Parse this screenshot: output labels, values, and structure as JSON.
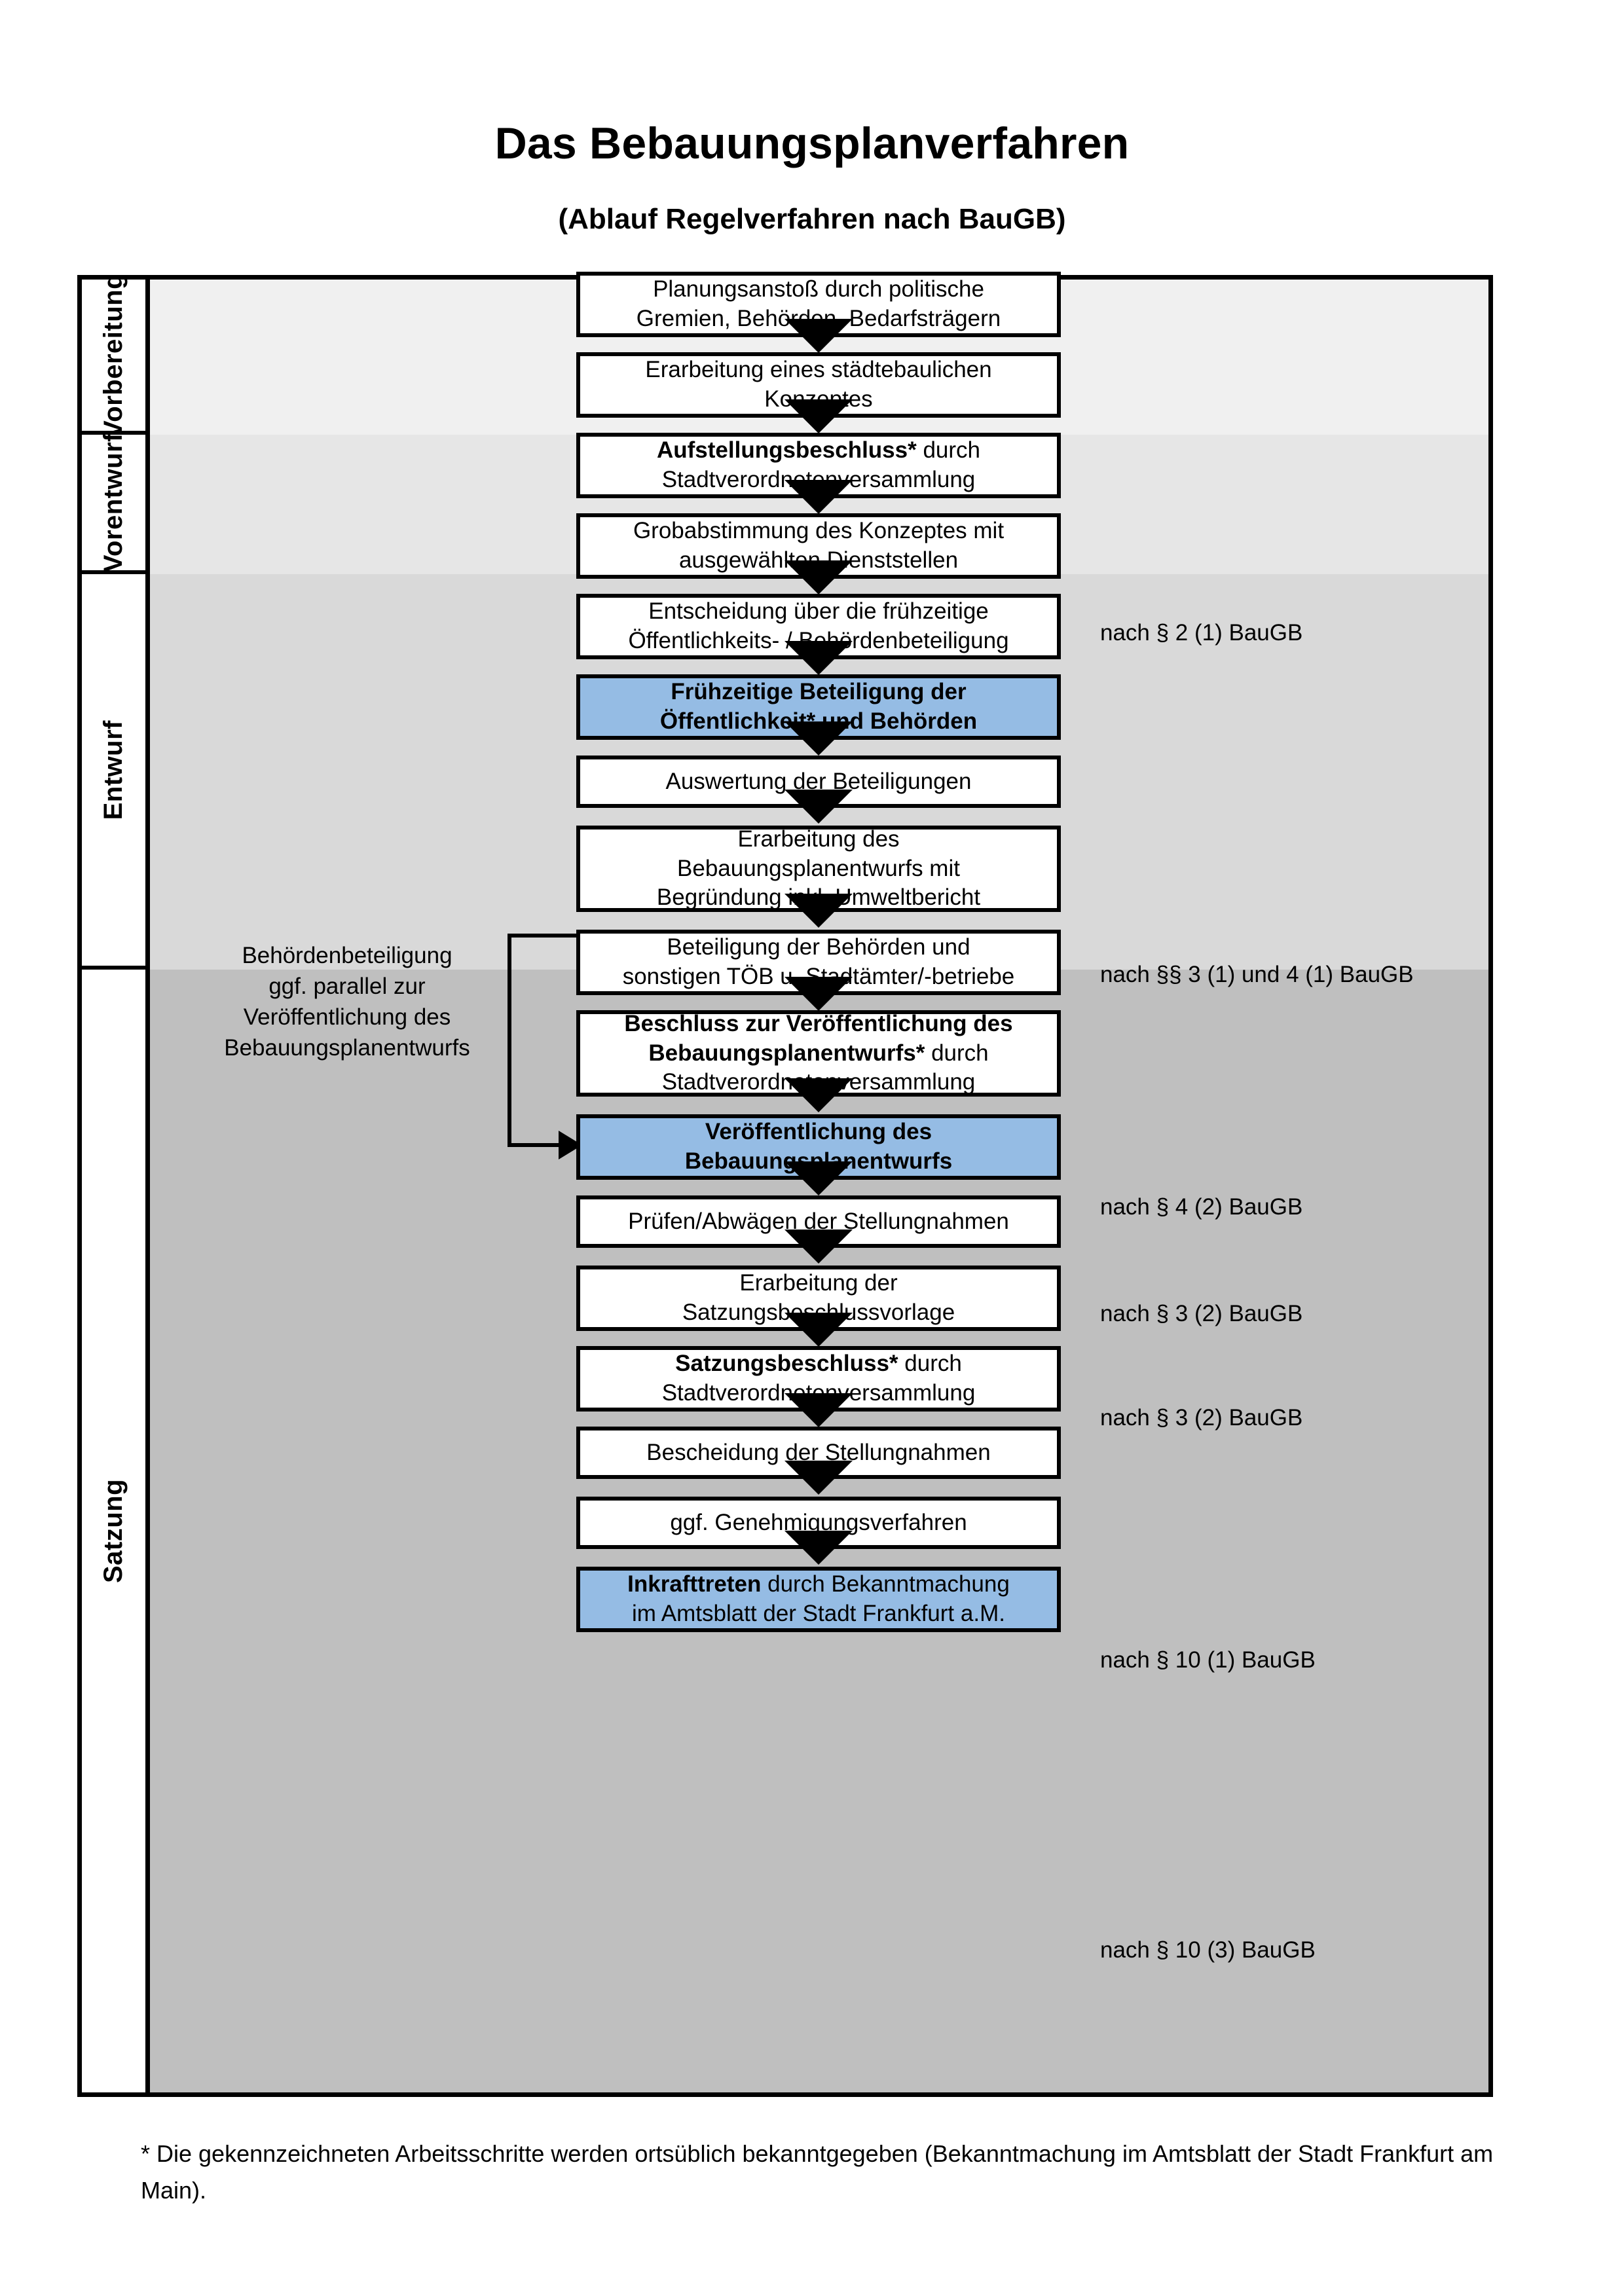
{
  "header": {
    "title": "Das Bebauungsplanverfahren",
    "subtitle": "(Ablauf Regelverfahren nach BauGB)"
  },
  "colors": {
    "highlight_blue": "#95BCE4",
    "band_vorbereitung": "#F0F0F0",
    "band_vorentwurf": "#E6E6E6",
    "band_entwurf": "#D9D9D9",
    "band_satzung": "#BFBFBF",
    "box_white": "#FFFFFF",
    "line_black": "#000000"
  },
  "phases": [
    {
      "label": "Vorbereitung"
    },
    {
      "label": "Vorentwurf"
    },
    {
      "label": "Entwurf"
    },
    {
      "label": "Satzung"
    }
  ],
  "steps": [
    {
      "id": "planungsanstoss",
      "phase": "Vorbereitung",
      "highlight": false,
      "lines": [
        {
          "text": "Planungsanstoß durch politische",
          "bold": false
        },
        {
          "text": "Gremien, Behörden, Bedarfsträgern",
          "bold": false
        }
      ]
    },
    {
      "id": "staedtebauliches-konzept",
      "phase": "Vorbereitung",
      "highlight": false,
      "lines": [
        {
          "text": "Erarbeitung eines städtebaulichen",
          "bold": false
        },
        {
          "text": "Konzeptes",
          "bold": false
        }
      ]
    },
    {
      "id": "aufstellungsbeschluss",
      "phase": "Vorbereitung",
      "highlight": false,
      "lines": [
        {
          "text": "Aufstellungsbeschluss*",
          "bold": true,
          "suffix": " durch"
        },
        {
          "text": "Stadtverordnetenversammlung",
          "bold": false
        }
      ]
    },
    {
      "id": "grobabstimmung",
      "phase": "Vorentwurf",
      "highlight": false,
      "lines": [
        {
          "text": "Grobabstimmung des Konzeptes mit",
          "bold": false
        },
        {
          "text": "ausgewählten Dienststellen",
          "bold": false
        }
      ]
    },
    {
      "id": "entscheidung-fruehzeitige-beteiligung",
      "phase": "Vorentwurf",
      "highlight": false,
      "lines": [
        {
          "text": "Entscheidung über die frühzeitige",
          "bold": false
        },
        {
          "text": "Öffentlichkeits- / Behördenbeteiligung",
          "bold": false
        }
      ]
    },
    {
      "id": "fruehzeitige-beteiligung",
      "phase": "Vorentwurf",
      "highlight": true,
      "lines": [
        {
          "text": "Frühzeitige Beteiligung der",
          "bold": true
        },
        {
          "text": "Öffentlichkeit* und Behörden",
          "bold": true
        }
      ]
    },
    {
      "id": "auswertung-beteiligungen",
      "phase": "Entwurf",
      "highlight": false,
      "lines": [
        {
          "text": "Auswertung der Beteiligungen",
          "bold": false
        }
      ]
    },
    {
      "id": "erarbeitung-bebauungsplanentwurf",
      "phase": "Entwurf",
      "highlight": false,
      "lines": [
        {
          "text": "Erarbeitung des",
          "bold": false
        },
        {
          "text": "Bebauungsplanentwurfs mit",
          "bold": false
        },
        {
          "text": "Begründung inkl. Umweltbericht",
          "bold": false
        }
      ]
    },
    {
      "id": "beteiligung-behoerden-toeb",
      "phase": "Entwurf",
      "highlight": false,
      "lines": [
        {
          "text": "Beteiligung der Behörden und",
          "bold": false
        },
        {
          "text": "sonstigen TÖB u. Stadtämter/-betriebe",
          "bold": false
        }
      ]
    },
    {
      "id": "beschluss-veroeffentlichung",
      "phase": "Entwurf",
      "highlight": false,
      "lines": [
        {
          "text": "Beschluss zur Veröffentlichung des",
          "bold": true
        },
        {
          "text": "Bebauungsplanentwurfs*",
          "bold": true,
          "suffix": " durch"
        },
        {
          "text": "Stadtverordnetenversammlung",
          "bold": false
        }
      ]
    },
    {
      "id": "veroeffentlichung-entwurf",
      "phase": "Entwurf",
      "highlight": true,
      "lines": [
        {
          "text": "Veröffentlichung des",
          "bold": true
        },
        {
          "text": "Bebauungsplanentwurfs",
          "bold": true
        }
      ]
    },
    {
      "id": "pruefen-abwaegen",
      "phase": "Satzung",
      "highlight": false,
      "lines": [
        {
          "text": "Prüfen/Abwägen der Stellungnahmen",
          "bold": false
        }
      ]
    },
    {
      "id": "erarbeitung-satzungsbeschlussvorlage",
      "phase": "Satzung",
      "highlight": false,
      "lines": [
        {
          "text": "Erarbeitung der",
          "bold": false
        },
        {
          "text": "Satzungsbeschlussvorlage",
          "bold": false
        }
      ]
    },
    {
      "id": "satzungsbeschluss",
      "phase": "Satzung",
      "highlight": false,
      "lines": [
        {
          "text": "Satzungsbeschluss*",
          "bold": true,
          "suffix": " durch"
        },
        {
          "text": "Stadtverordnetenversammlung",
          "bold": false
        }
      ]
    },
    {
      "id": "bescheidung-stellungnahmen",
      "phase": "Satzung",
      "highlight": false,
      "lines": [
        {
          "text": "Bescheidung der Stellungnahmen",
          "bold": false
        }
      ]
    },
    {
      "id": "genehmigungsverfahren",
      "phase": "Satzung",
      "highlight": false,
      "lines": [
        {
          "text": "ggf. Genehmigungsverfahren",
          "bold": false
        }
      ]
    },
    {
      "id": "inkrafttreten",
      "phase": "Satzung",
      "highlight": true,
      "lines": [
        {
          "text": "Inkrafttreten",
          "bold": true,
          "suffix": " durch Bekanntmachung"
        },
        {
          "text": "im Amtsblatt der Stadt Frankfurt a.M.",
          "bold": false
        }
      ]
    }
  ],
  "legal_refs": [
    {
      "id": "ref-par2-1",
      "text": "nach § 2 (1) BauGB"
    },
    {
      "id": "ref-par3-1-4-1",
      "text": "nach §§ 3 (1) und 4 (1) BauGB"
    },
    {
      "id": "ref-par4-2",
      "text": "nach § 4 (2) BauGB"
    },
    {
      "id": "ref-par3-2-a",
      "text": "nach § 3 (2) BauGB"
    },
    {
      "id": "ref-par3-2-b",
      "text": "nach § 3 (2) BauGB"
    },
    {
      "id": "ref-par10-1",
      "text": "nach § 10 (1) BauGB"
    },
    {
      "id": "ref-par10-3",
      "text": "nach § 10 (3) BauGB"
    }
  ],
  "side_note": {
    "lines": [
      "Behördenbeteiligung",
      "ggf. parallel zur",
      "Veröffentlichung des",
      "Bebauungsplanentwurfs"
    ]
  },
  "footnote": {
    "text": "* Die gekennzeichneten Arbeitsschritte werden ortsüblich bekanntgegeben (Bekanntmachung im Amtsblatt  der Stadt Frankfurt am Main)."
  }
}
